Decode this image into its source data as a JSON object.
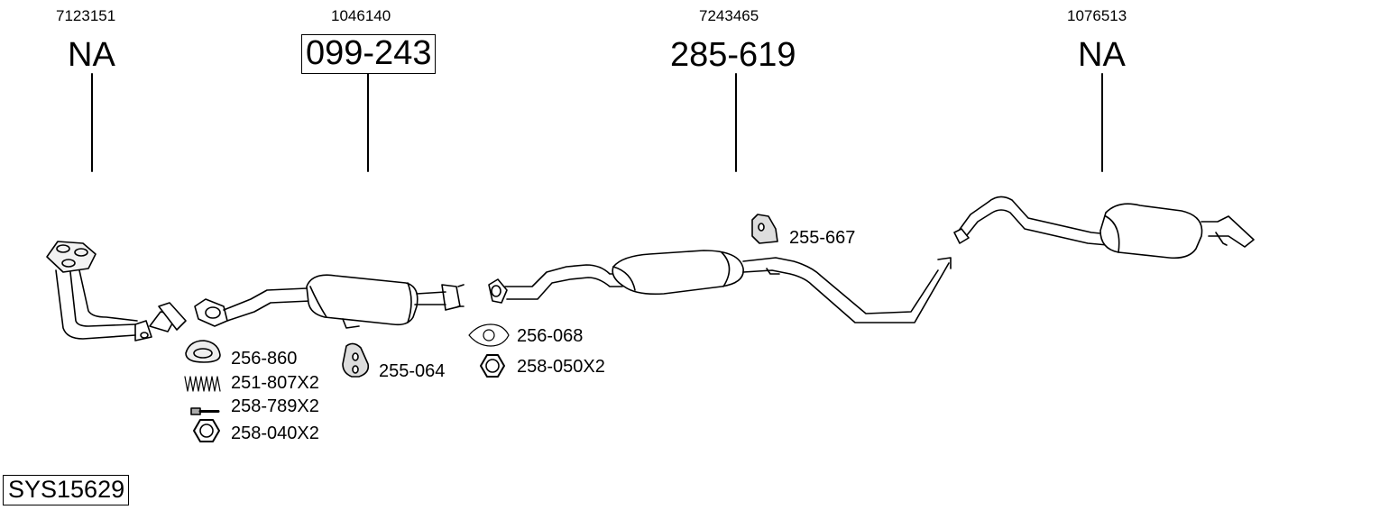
{
  "columns": [
    {
      "oem": "7123151",
      "part": "NA",
      "boxed": false
    },
    {
      "oem": "1046140",
      "part": "099-243",
      "boxed": true
    },
    {
      "oem": "7243465",
      "part": "285-619",
      "boxed": false
    },
    {
      "oem": "1076513",
      "part": "NA",
      "boxed": false
    }
  ],
  "accessories": {
    "gasket_ring": "256-860",
    "spring": "251-807X2",
    "bolt": "258-789X2",
    "nut_front": "258-040X2",
    "rubber_mount_cat": "255-064",
    "flange_gasket": "256-068",
    "nut_mid": "258-050X2",
    "rubber_mount_mid": "255-667"
  },
  "system_code": "SYS15629",
  "colors": {
    "line": "#000000",
    "background": "#ffffff",
    "shade": "#cfcfcf"
  }
}
